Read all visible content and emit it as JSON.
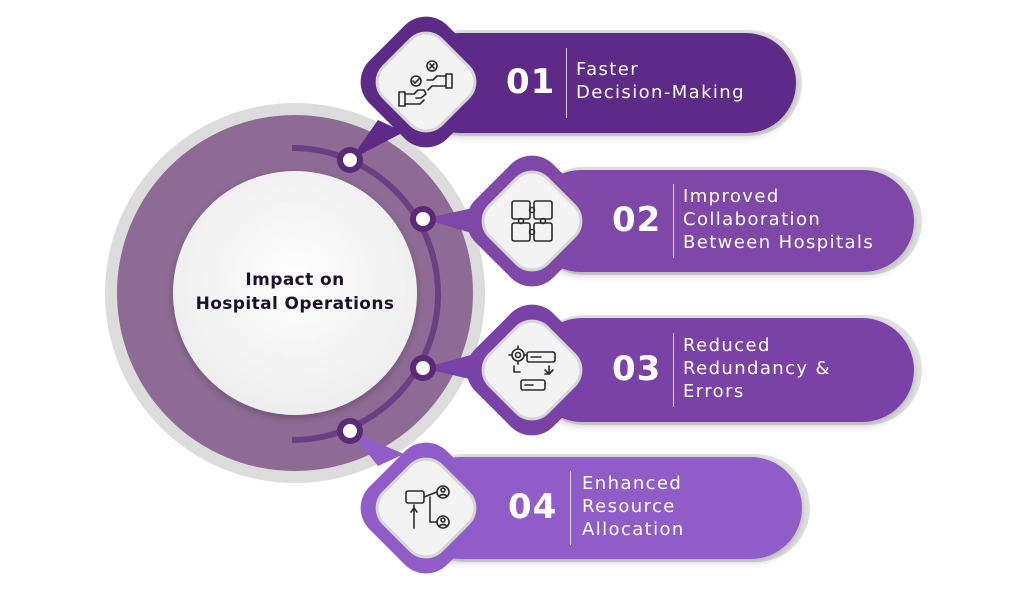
{
  "center": {
    "title_lines": [
      "Impact on",
      "Hospital Operations"
    ]
  },
  "colors": {
    "ring": "#8d6b94",
    "item1": "#5d2a87",
    "item2": "#7f47a8",
    "item3": "#7a42a6",
    "item4": "#905cc8"
  },
  "items": [
    {
      "number": "01",
      "lines": [
        "Faster",
        "Decision-Making"
      ],
      "icon": "decision-hands-icon"
    },
    {
      "number": "02",
      "lines": [
        "Improved",
        "Collaboration",
        "Between Hospitals"
      ],
      "icon": "puzzle-hands-icon"
    },
    {
      "number": "03",
      "lines": [
        "Reduced",
        "Redundancy &",
        "Errors"
      ],
      "icon": "gear-servers-icon"
    },
    {
      "number": "04",
      "lines": [
        "Enhanced",
        "Resource",
        "Allocation"
      ],
      "icon": "user-network-icon"
    }
  ]
}
